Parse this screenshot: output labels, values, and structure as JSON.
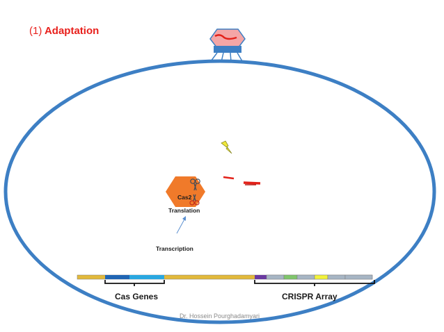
{
  "title": {
    "number": "(1)",
    "text": "Adaptation"
  },
  "protein_label": "Cas2",
  "step_labels": {
    "translation": "Translation",
    "transcription": "Transcription"
  },
  "region_labels": {
    "cas_genes": "Cas Genes",
    "crispr_array": "CRISPR Array"
  },
  "footer": "Dr. Hossein Pourghadamyari",
  "colors": {
    "title": "#e8201c",
    "cell_membrane": "#3d7fc4",
    "phage_head": "#f4a6a6",
    "phage_tail": "#3d7fc4",
    "viral_dna": "#e32119",
    "cas_protein": "#f07a2a",
    "dna_backbone": "#e2b93b",
    "cas_gene_1": "#2065b3",
    "cas_gene_2": "#2aa7e0",
    "crispr_leader": "#6a3aa0",
    "crispr_repeat": "#a6b5c4",
    "spacer_1": "#7fc66b",
    "spacer_2": "#f2f23a",
    "lightning": "#f0e83a"
  },
  "icons": [
    "lightning-icon",
    "scissors-icon"
  ]
}
